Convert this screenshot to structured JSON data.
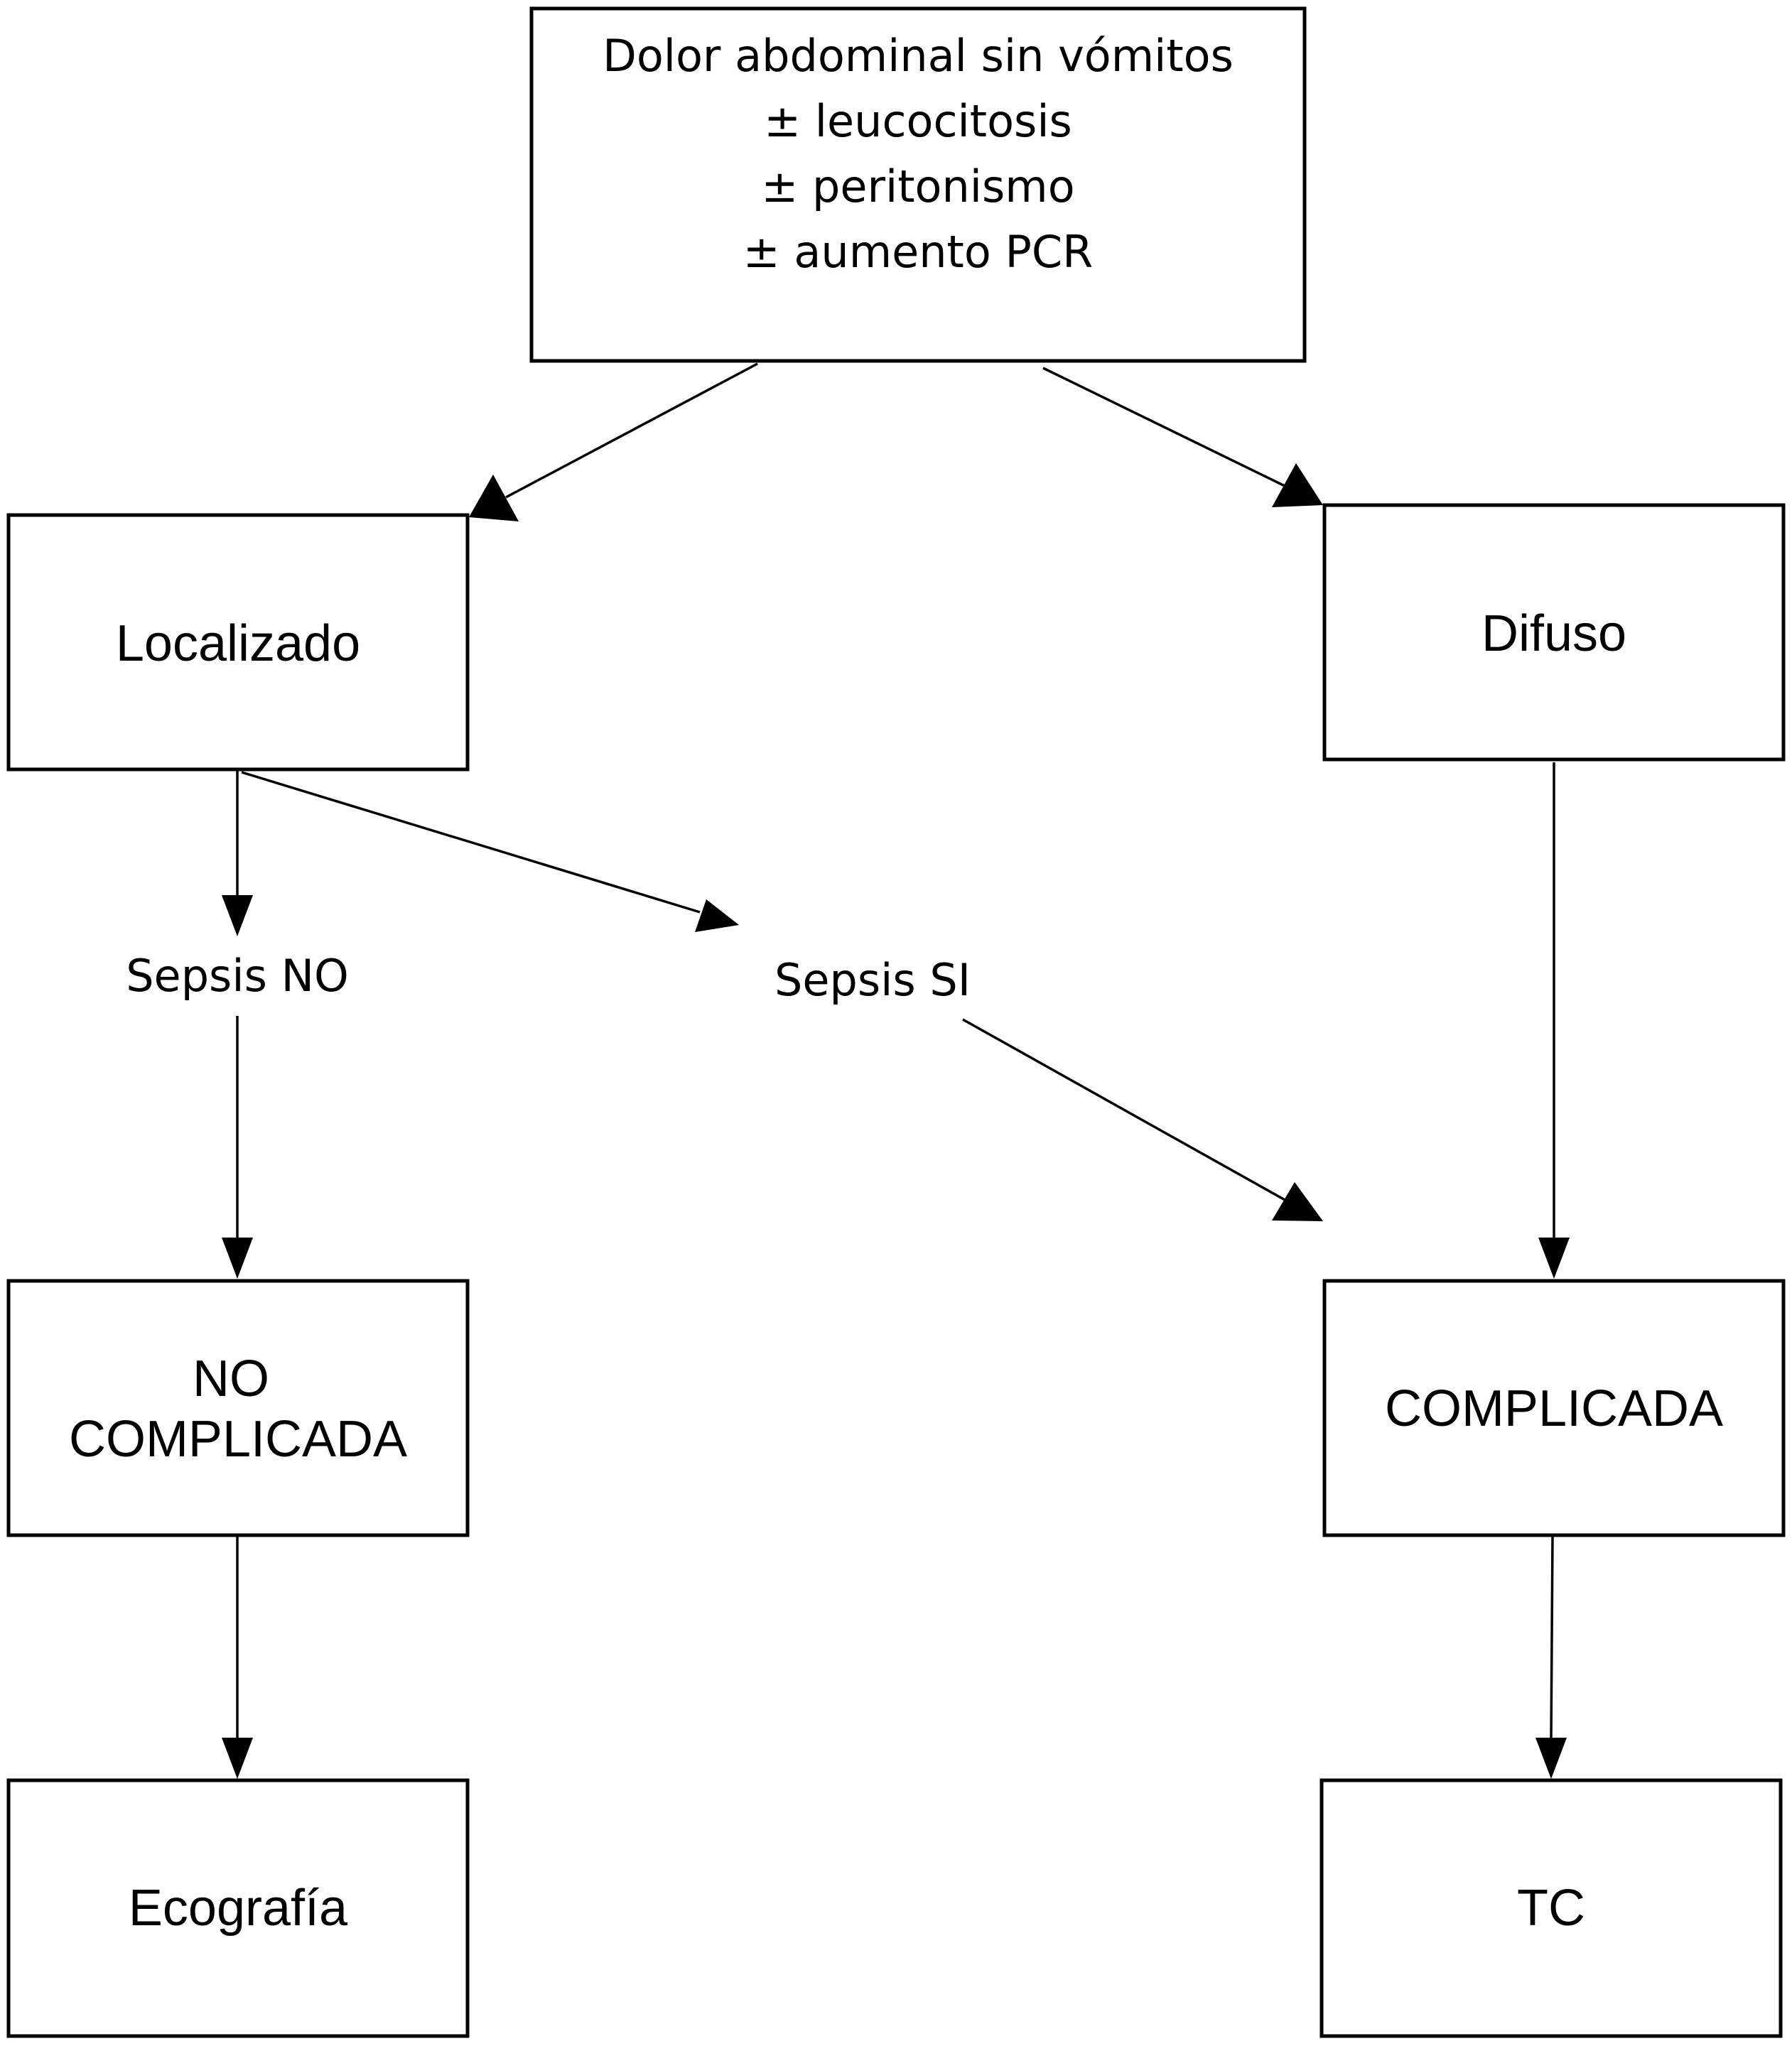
{
  "diagram": {
    "start_node": {
      "lines": [
        "Dolor abdominal sin vómitos",
        "± leucocitosis",
        "± peritonismo",
        "± aumento PCR"
      ]
    },
    "localizado_node": {
      "label": "Localizado"
    },
    "difuso_node": {
      "label": "Difuso"
    },
    "sepsis_no_label": {
      "label": "Sepsis NO"
    },
    "sepsis_si_label": {
      "label": "Sepsis SI"
    },
    "no_complicada_node": {
      "lines": [
        "NO",
        "COMPLICADA"
      ]
    },
    "complicada_node": {
      "label": "COMPLICADA"
    },
    "ecografia_node": {
      "label": "Ecografía"
    },
    "tc_node": {
      "label": "TC"
    }
  }
}
